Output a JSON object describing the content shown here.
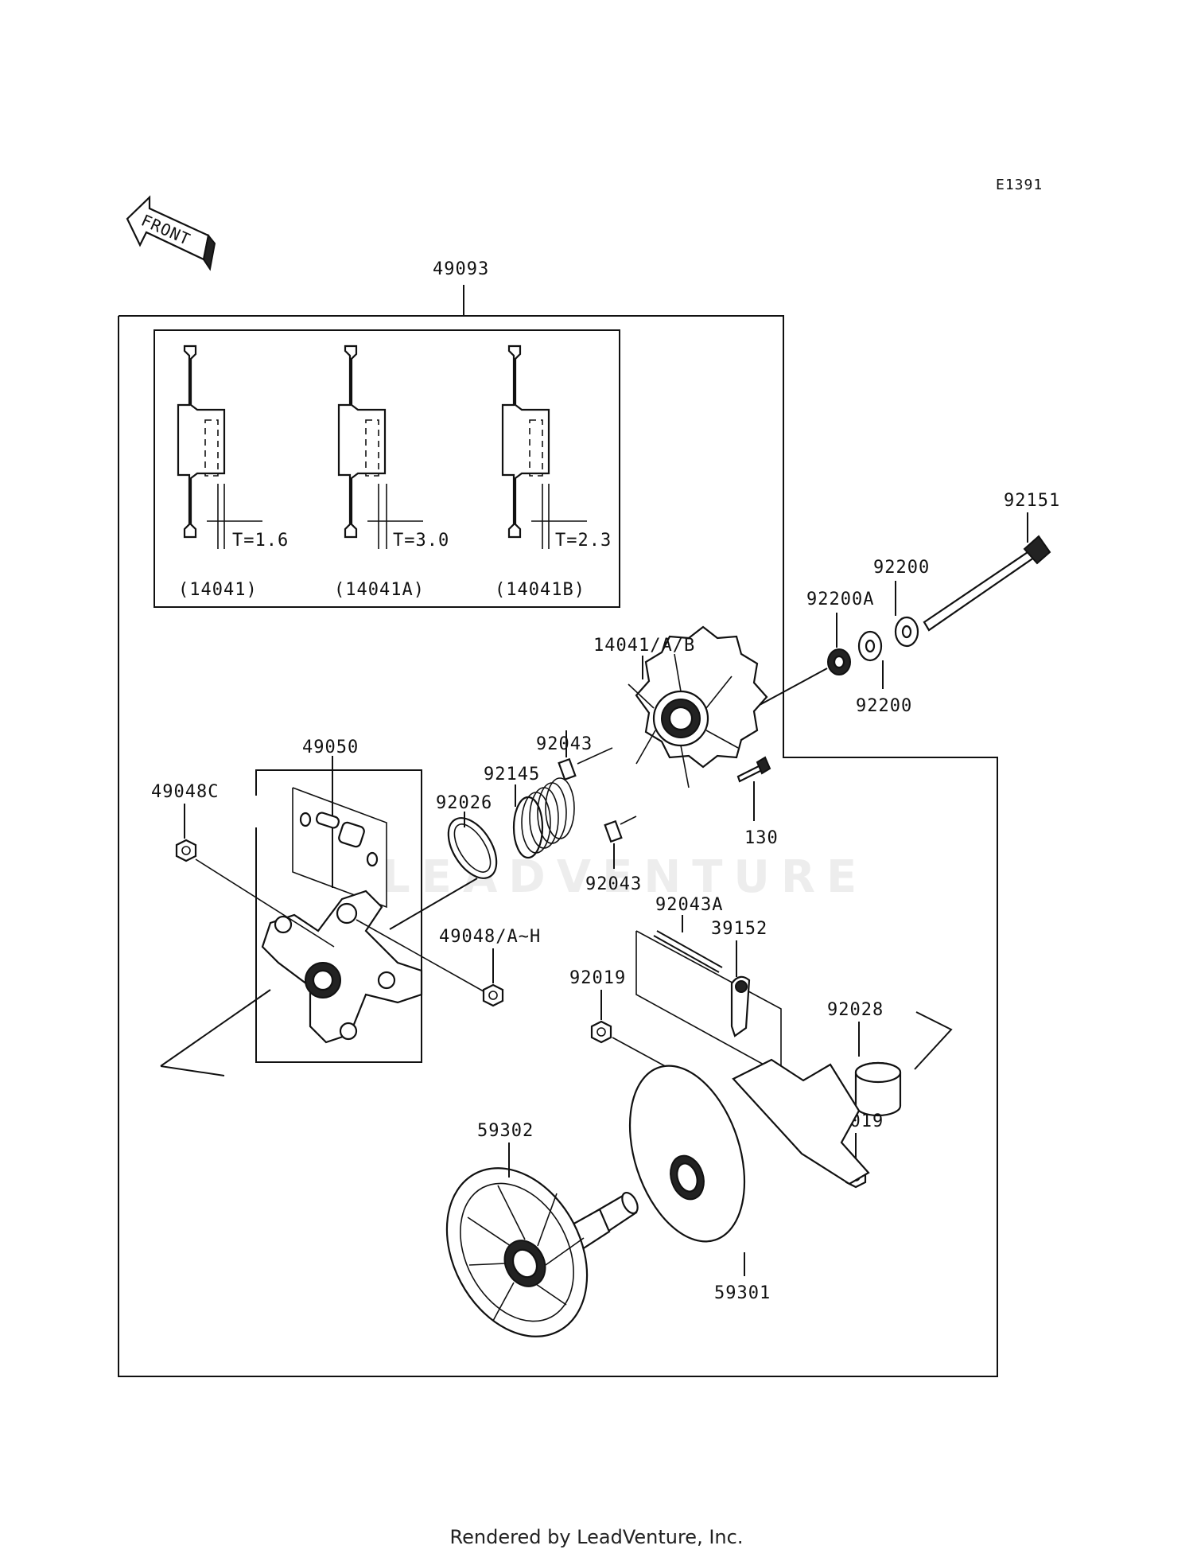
{
  "diagram_code": "E1391",
  "front_label": "FRONT",
  "watermark": "LEADVENTURE",
  "footer": "Rendered by LeadVenture, Inc.",
  "parts": {
    "p49093": "49093",
    "p92151": "92151",
    "p92200_top": "92200",
    "p92200A": "92200A",
    "p92200_bottom": "92200",
    "p14041AB": "14041/A/B",
    "p92043_top": "92043",
    "p92043_bottom": "92043",
    "p92145": "92145",
    "p92026": "92026",
    "p130": "130",
    "p49050": "49050",
    "p49048C": "49048C",
    "p49048AH": "49048/A~H",
    "p92043A": "92043A",
    "p39152": "39152",
    "p92019_left": "92019",
    "p92028": "92028",
    "p92019_right": "92019",
    "p59302": "59302",
    "p59301": "59301"
  },
  "inset": {
    "variants": [
      {
        "t": "T=1.6",
        "code": "(14041)"
      },
      {
        "t": "T=3.0",
        "code": "(14041A)"
      },
      {
        "t": "T=2.3",
        "code": "(14041B)"
      }
    ]
  }
}
